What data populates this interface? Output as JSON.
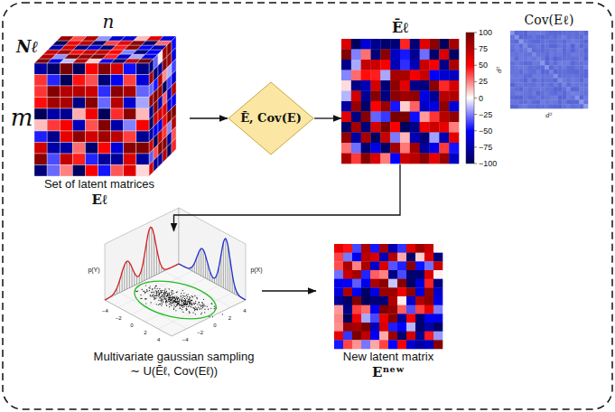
{
  "diagram": {
    "nodes": [
      {
        "text": [
          "Set of latent matrices",
          "Eℓ"
        ]
      },
      {
        "text": [
          "Ē, Cov(E)"
        ]
      },
      {
        "text": [
          "Ēℓ"
        ]
      },
      {
        "text": [
          "Cov(Eℓ)"
        ]
      },
      {
        "text": [
          "Multivariate gaussian sampling ∼ U(Ēℓ, Cov(Eℓ))"
        ]
      },
      {
        "text": [
          "New latent matrix",
          "Eⁿᵉʷ"
        ]
      }
    ],
    "edges": [
      {
        "from": 0,
        "to": 1,
        "arrow": "to"
      },
      {
        "from": 1,
        "to": 2,
        "arrow": "to"
      },
      {
        "from": 2,
        "to": 4,
        "arrow": "to"
      },
      {
        "from": 4,
        "to": 5,
        "arrow": "to"
      }
    ],
    "labels": [
      "Nℓ",
      "n",
      "m",
      "100",
      "75",
      "50",
      "25",
      "0",
      "−25",
      "−50",
      "−75",
      "−100",
      "d²",
      "d²",
      "p(Y)",
      "p(X)",
      "−4",
      "−2",
      "0",
      "2",
      "4",
      "−4",
      "−2",
      "0",
      "2",
      "4"
    ]
  }
}
